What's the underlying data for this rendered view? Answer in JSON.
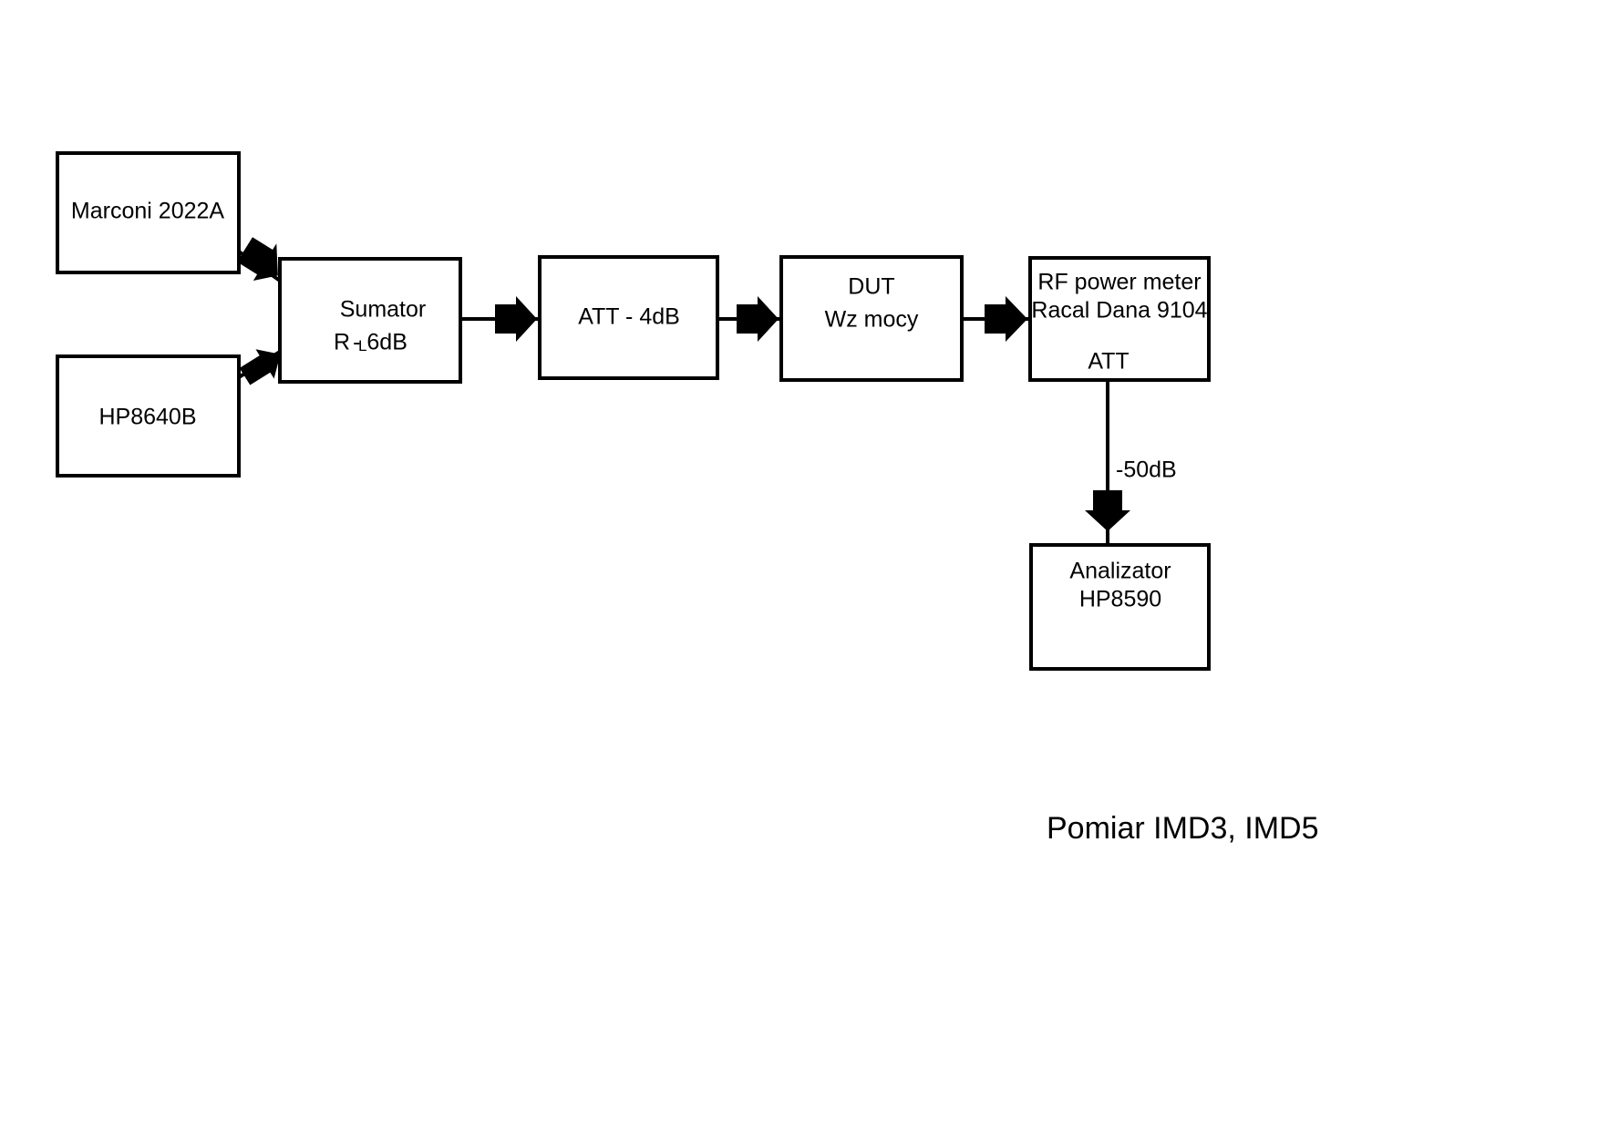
{
  "diagram": {
    "title": "Pomiar IMD3, IMD5",
    "background_color": "#ffffff",
    "line_color": "#000000",
    "blocks": [
      {
        "id": "marconi",
        "name": "signal-generator-marconi",
        "lines": [
          "Marconi 2022A"
        ]
      },
      {
        "id": "hp8640b",
        "name": "signal-generator-hp8640b",
        "lines": [
          "HP8640B"
        ]
      },
      {
        "id": "sumator",
        "name": "combiner-sumator",
        "lines": [
          "Sumator",
          "R",
          "L",
          " - 6dB"
        ]
      },
      {
        "id": "att4db",
        "name": "attenuator-4db",
        "lines": [
          "ATT  - 4dB"
        ]
      },
      {
        "id": "dut",
        "name": "device-under-test",
        "lines": [
          "DUT",
          "Wz  mocy"
        ]
      },
      {
        "id": "rfpowermeter",
        "name": "rf-power-meter",
        "lines": [
          "RF power meter",
          "Racal Dana 9104",
          "ATT"
        ]
      },
      {
        "id": "analizator",
        "name": "spectrum-analyzer",
        "lines": [
          "Analizator",
          "HP8590"
        ]
      }
    ],
    "edge_labels": [
      {
        "id": "att50",
        "name": "attenuation-minus-50db",
        "text": "-50dB"
      }
    ]
  },
  "blocks": {
    "marconi": {
      "line1": "Marconi 2022A"
    },
    "hp8640b": {
      "line1": "HP8640B"
    },
    "sumator": {
      "line1": "Sumator",
      "r_symbol": "R",
      "r_subscript": "L",
      "r_value": "- 6dB"
    },
    "att4db": {
      "line1": "ATT  - 4dB"
    },
    "dut": {
      "line1": "DUT",
      "line2": "Wz  mocy"
    },
    "rfpowermeter": {
      "line1": "RF power meter",
      "line2": "Racal Dana 9104",
      "line3": "ATT"
    },
    "analizator": {
      "line1": "Analizator",
      "line2": "HP8590"
    }
  },
  "labels": {
    "minus50db": "-50dB",
    "caption": "Pomiar IMD3, IMD5"
  }
}
